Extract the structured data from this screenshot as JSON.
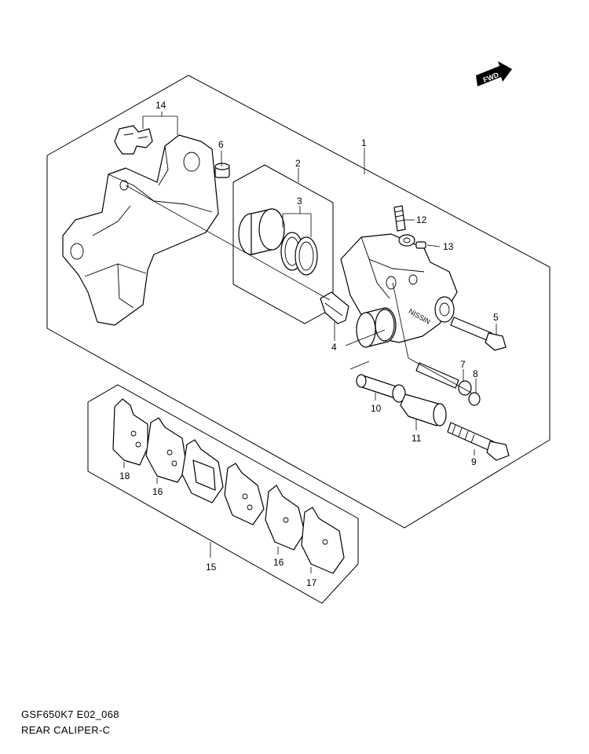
{
  "diagram": {
    "fwd_label": "FWD",
    "parts": [
      {
        "id": "1",
        "label": "1"
      },
      {
        "id": "2",
        "label": "2"
      },
      {
        "id": "3",
        "label": "3"
      },
      {
        "id": "4",
        "label": "4"
      },
      {
        "id": "5",
        "label": "5"
      },
      {
        "id": "6",
        "label": "6"
      },
      {
        "id": "7",
        "label": "7"
      },
      {
        "id": "8",
        "label": "8"
      },
      {
        "id": "9",
        "label": "9"
      },
      {
        "id": "10",
        "label": "10"
      },
      {
        "id": "11",
        "label": "11"
      },
      {
        "id": "12",
        "label": "12"
      },
      {
        "id": "13",
        "label": "13"
      },
      {
        "id": "14",
        "label": "14"
      },
      {
        "id": "15",
        "label": "15"
      },
      {
        "id": "16a",
        "label": "16"
      },
      {
        "id": "16b",
        "label": "16"
      },
      {
        "id": "17",
        "label": "17"
      },
      {
        "id": "18",
        "label": "18"
      }
    ]
  },
  "footer": {
    "model_code": "GSF650K7 E02_068",
    "title": "REAR CALIPER-C"
  }
}
